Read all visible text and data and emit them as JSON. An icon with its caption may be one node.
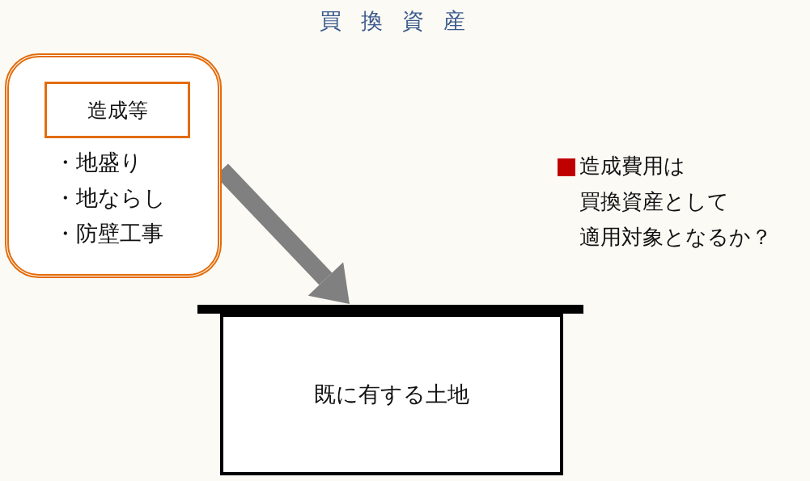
{
  "diagram": {
    "title": "買換資産",
    "nodes": [
      {
        "text": [
          "・地盛り",
          "・地ならし",
          "・防壁工事"
        ]
      },
      {
        "text": [
          "造成等"
        ],
        "in": 0
      },
      {
        "text": [
          "既に有する土地"
        ]
      }
    ],
    "edges": [
      {
        "from": 0,
        "to": 2,
        "arrow": "to"
      }
    ],
    "labels": [
      "造成費用は",
      "買換資産として",
      "適用対象となるか？"
    ]
  }
}
